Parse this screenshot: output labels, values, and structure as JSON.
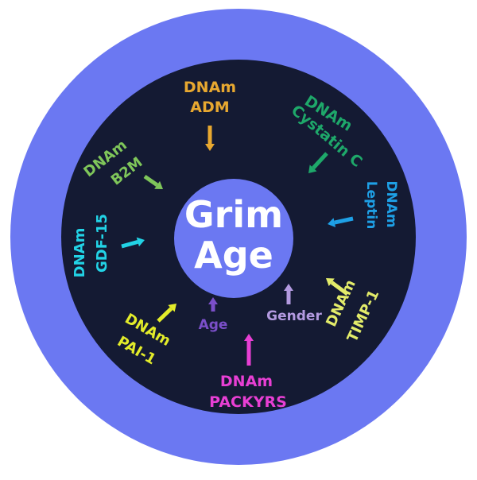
{
  "center": {
    "line1": "Grim",
    "line2": "Age"
  },
  "colors": {
    "outer_ring": "#6b78f2",
    "inner_disc": "#141a33",
    "center_circle": "#6b78f2",
    "center_text": "#ffffff"
  },
  "inputs": [
    {
      "id": "adm",
      "line1": "DNAm",
      "line2": "ADM",
      "color": "#e8a830"
    },
    {
      "id": "cystatin",
      "line1": "DNAm",
      "line2": "Cystatin C",
      "color": "#1ea86a"
    },
    {
      "id": "leptin",
      "line1": "DNAm",
      "line2": "Leptin",
      "color": "#1ea0e6"
    },
    {
      "id": "timp",
      "line1": "DNAm",
      "line2": "TIMP-1",
      "color": "#e3ec6a"
    },
    {
      "id": "gender",
      "line1": "Gender",
      "line2": "",
      "color": "#b39ae0"
    },
    {
      "id": "packyrs",
      "line1": "DNAm",
      "line2": "PACKYRS",
      "color": "#e83fd4"
    },
    {
      "id": "age",
      "line1": "Age",
      "line2": "",
      "color": "#7b4fc9"
    },
    {
      "id": "pai",
      "line1": "DNAm",
      "line2": "PAI-1",
      "color": "#e3ec2a"
    },
    {
      "id": "gdf",
      "line1": "DNAm",
      "line2": "GDF-15",
      "color": "#22d3e6"
    },
    {
      "id": "b2m",
      "line1": "DNAm",
      "line2": "B2M",
      "color": "#7fc65a"
    }
  ]
}
